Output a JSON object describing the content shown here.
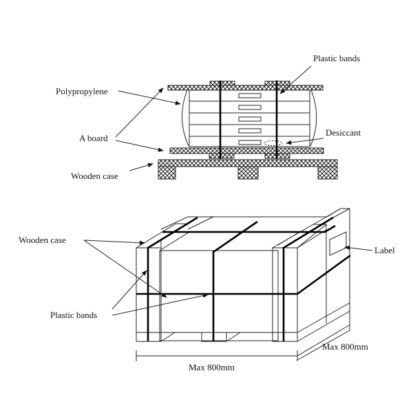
{
  "top_diagram": {
    "labels": {
      "plastic_bands": "Plastic bands",
      "polypropylene": "Polypropylene",
      "a_board": "A board",
      "desiccant": "Desiccant",
      "wooden_case": "Wooden case"
    },
    "board_count": 5
  },
  "bottom_diagram": {
    "labels": {
      "wooden_case": "Wooden case",
      "plastic_bands": "Plastic bands",
      "label": "Label",
      "width_dimension": "Max 800mm",
      "depth_dimension": "Max 800mm"
    }
  },
  "colors": {
    "ink": "#222222",
    "band": "#000000",
    "background": "#ffffff"
  }
}
